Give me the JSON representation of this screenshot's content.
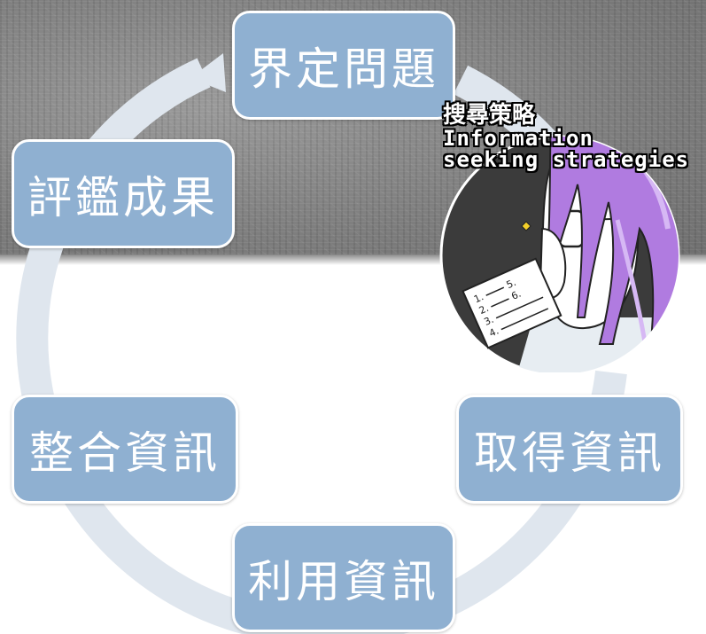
{
  "diagram": {
    "stages": {
      "define": "界定問題",
      "access": "取得資訊",
      "use": "利用資訊",
      "integrate": "整合資訊",
      "evaluate": "評鑑成果"
    },
    "badge": {
      "title_zh": "搜尋策略",
      "title_en_line1": "Information",
      "title_en_line2": "seeking strategies",
      "list_marks": [
        "1.",
        "2.",
        "3.",
        "4.",
        "5.",
        "6."
      ]
    }
  },
  "colors": {
    "stage_fill": "#8fb0d1",
    "cycle_arrow": "#dfe6ee",
    "hair": "#b07be0",
    "badge_bg": "#3b3b3b"
  }
}
